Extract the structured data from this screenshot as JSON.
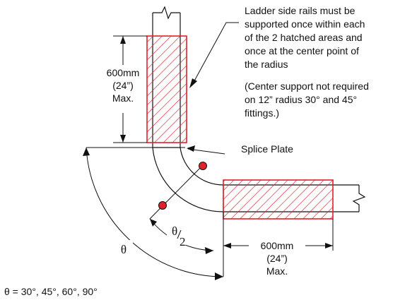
{
  "diagram": {
    "callout_note_lines": [
      "Ladder side rails must be",
      "supported once within each",
      "of the 2 hatched areas and",
      "once at the center point of",
      "the radius"
    ],
    "center_note_lines": [
      "(Center support not required",
      "on 12” radius 30° and 45°",
      "fittings.)"
    ],
    "vertical_dimension": {
      "line1": "600mm",
      "line2": "(24”)",
      "line3": "Max."
    },
    "horizontal_dimension": {
      "line1": "600mm",
      "line2": "(24”)",
      "line3": "Max."
    },
    "splice_plate_label": "Splice Plate",
    "theta_symbol": "θ",
    "half_angle_label": {
      "numerator": "θ",
      "denominator": "2"
    },
    "angle_values_label": "θ = 30°, 45°, 60°, 90°",
    "colors": {
      "line": "#111111",
      "hatch": "#e0202a",
      "support_dot": "#e0202a"
    }
  }
}
